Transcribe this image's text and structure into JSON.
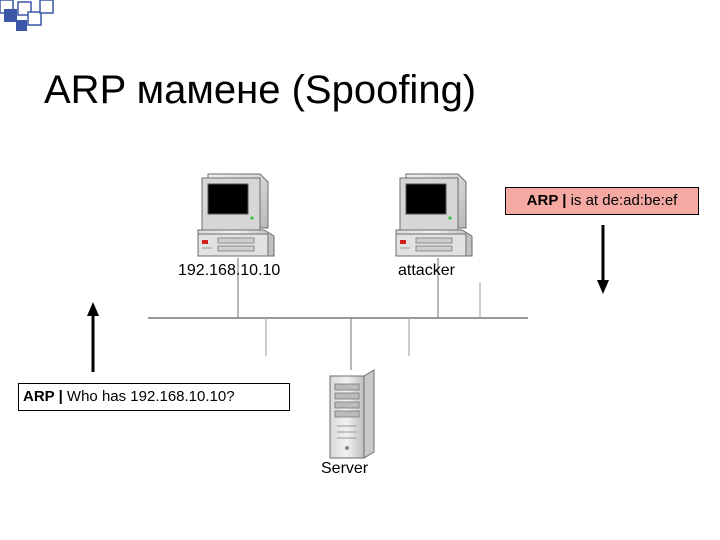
{
  "slide": {
    "title": "ARP мамене (Spoofing)"
  },
  "nodes": {
    "pc1_label": "192.168.10.10",
    "attacker_label": "attacker",
    "server_label": "Server"
  },
  "messages": {
    "request_prefix": "ARP |",
    "request_text": " Who has 192.168.10.10?",
    "reply_prefix": "ARP |",
    "reply_text": " is at de:ad:be:ef"
  },
  "colors": {
    "reply_box_fill": "#f4a9a3",
    "corner_square_dark": "#3c57a8"
  },
  "icons": {
    "workstation": "desktop-computer-icon",
    "server": "tower-server-icon",
    "arrow_up": "arrow-up-icon",
    "arrow_down": "arrow-down-icon"
  }
}
